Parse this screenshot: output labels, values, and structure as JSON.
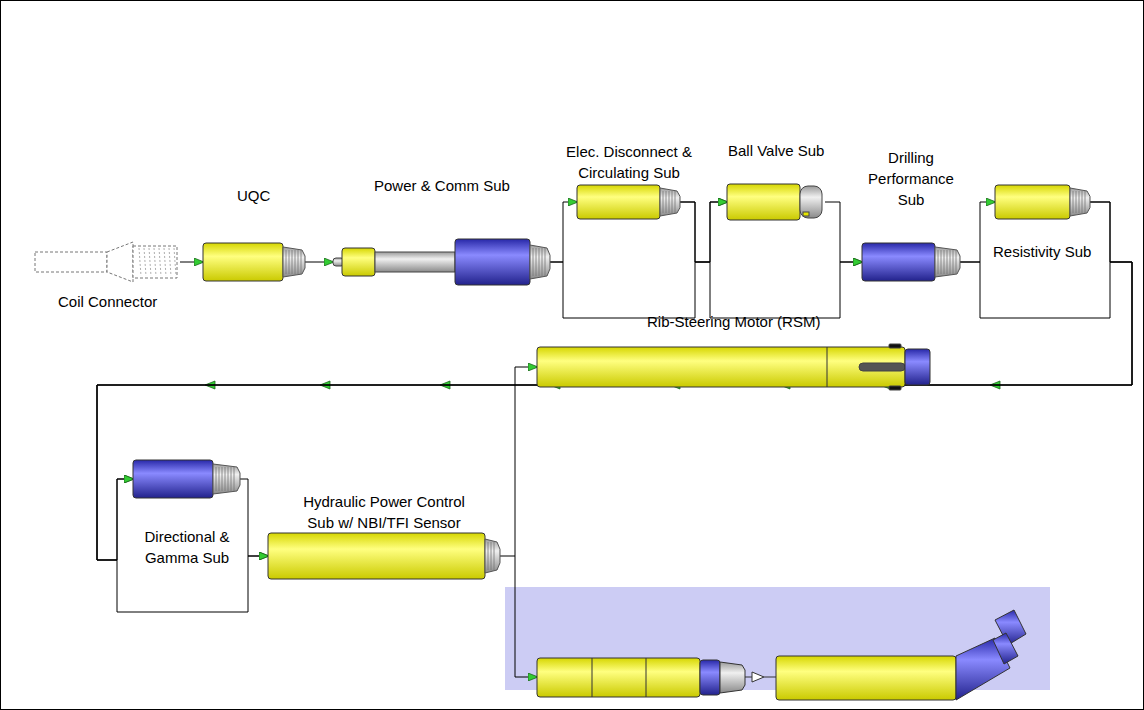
{
  "diagram": {
    "nodes": [
      {
        "text": [
          "Coil Connector"
        ]
      },
      {
        "text": [
          "UQC"
        ]
      },
      {
        "text": [
          "Power & Comm Sub"
        ]
      },
      {
        "text": [
          "Elec. Disconnect & Circulating Sub"
        ]
      },
      {
        "text": [
          "Ball Valve Sub"
        ]
      },
      {
        "text": [
          "Drilling Performance Sub"
        ]
      },
      {
        "text": [
          "Resistivity Sub"
        ]
      },
      {
        "text": [
          "Directional & Gamma Sub"
        ]
      },
      {
        "text": [
          "Hydraulic Power Control Sub w/ NBI/TFI Sensor"
        ]
      },
      {
        "text": [
          "Rib-Steering Motor (RSM)"
        ]
      }
    ],
    "edges": [
      {
        "from": 0,
        "to": 1,
        "arrow": "to"
      },
      {
        "from": 1,
        "to": 2,
        "arrow": "to"
      },
      {
        "from": 2,
        "to": 3,
        "arrow": "to"
      },
      {
        "from": 3,
        "to": 4,
        "arrow": "to"
      },
      {
        "from": 2,
        "to": 4,
        "arrow": "to"
      },
      {
        "from": 4,
        "to": 5,
        "arrow": "to"
      },
      {
        "from": 3,
        "to": 5,
        "arrow": "to"
      },
      {
        "from": 5,
        "to": 6,
        "arrow": "to"
      },
      {
        "from": 6,
        "to": 7,
        "arrow": "to"
      },
      {
        "from": 5,
        "to": 7,
        "arrow": "to"
      },
      {
        "from": 7,
        "to": 8,
        "arrow": "to"
      },
      {
        "from": 6,
        "to": 8,
        "arrow": "to"
      },
      {
        "from": 8,
        "to": 9,
        "arrow": "to"
      }
    ]
  }
}
